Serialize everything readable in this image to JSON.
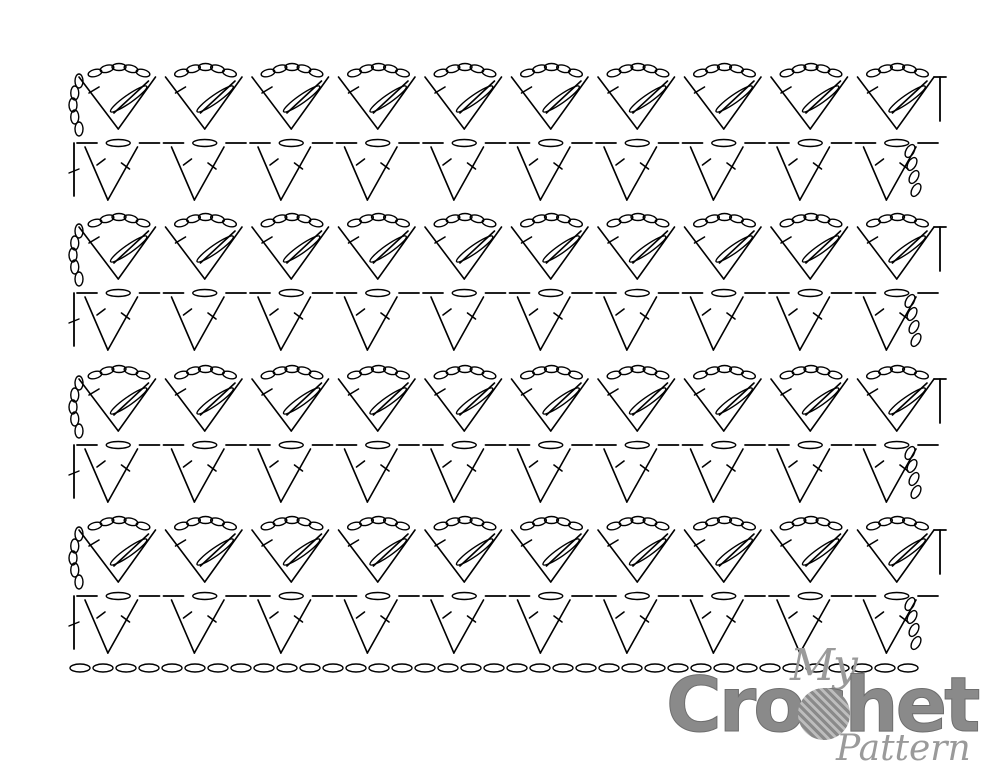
{
  "diagram": {
    "type": "crochet-stitch-chart",
    "ink_color": "#000000",
    "background": "#ffffff",
    "foundation_chain_count": 37,
    "row_pairs": 4,
    "shells_per_row": 10
  },
  "logo": {
    "line1": "My",
    "line2": "Crochet",
    "line3": "Pattern",
    "color": "#8a8a8a"
  }
}
